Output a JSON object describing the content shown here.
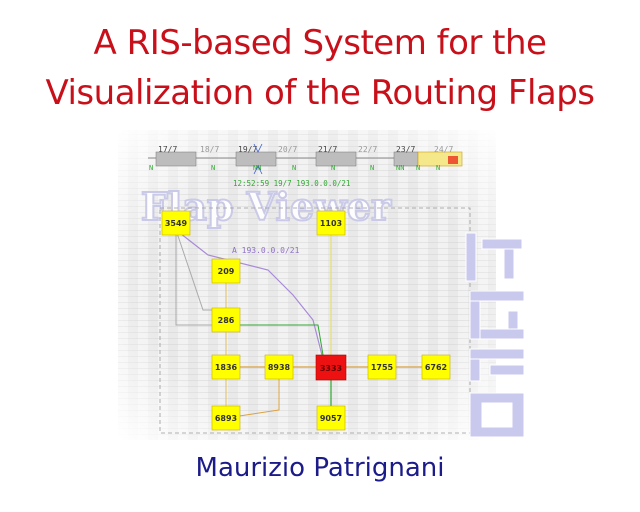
{
  "slide": {
    "title_line1": "A RIS-based System for the",
    "title_line2": "Visualization of the Routing Flaps",
    "author": "Maurizio Patrignani"
  },
  "timeline": {
    "dates": [
      "17/7",
      "18/7",
      "19/7",
      "20/7",
      "21/7",
      "22/7",
      "23/7",
      "24/7"
    ],
    "marker": "12:52:59  19/7  193.0.0.0/21"
  },
  "app": {
    "name": "Flap Viewer"
  },
  "graph": {
    "prefix_label": "A 193.0.0.0/21",
    "nodes": [
      "3549",
      "1103",
      "209",
      "286",
      "1836",
      "8938",
      "3333",
      "1755",
      "6762",
      "6893",
      "9057"
    ]
  },
  "colors": {
    "title": "#c8101a",
    "author": "#1b1b8a",
    "node_fill": "#ffff00",
    "node_hot": "#ee1111",
    "edge_purple": "#a88ad8",
    "edge_green": "#2fa830",
    "edge_orange": "#d9a040",
    "edge_yellow": "#e8e070"
  }
}
